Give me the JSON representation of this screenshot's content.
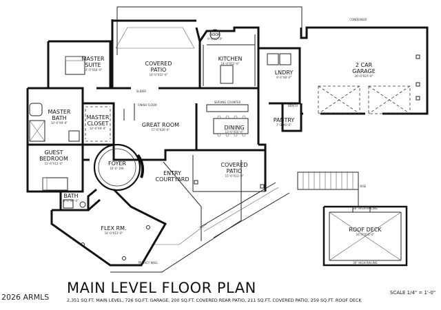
{
  "plan": {
    "title": "MAIN LEVEL FLOOR PLAN",
    "scale": "SCALE 1/4\" = 1'-0\"",
    "sqft_summary": "2,351 SQ.FT. MAIN LEVEL, 726 SQ.FT. GARAGE, 200 SQ.FT. COVERED REAR PATIO, 211 SQ.FT. COVERED PATIO, 259 SQ.FT. ROOF DECK",
    "watermark": "2026 ARMLS"
  },
  "rooms": {
    "covered_patio_rear": {
      "name": "COVERED",
      "name2": "PATIO",
      "dims": "14'-6\"X12'-0\""
    },
    "kitchen": {
      "name": "KITCHEN",
      "dims": "14'-4\"X12'-0\""
    },
    "nook": {
      "name": "NOOK",
      "dims": "9'-0\"X7'-0\""
    },
    "laundry": {
      "name": "LNDRY",
      "dims": "9'-4\"X8'-0\""
    },
    "garage": {
      "name": "2 CAR",
      "name2": "GARAGE",
      "dims": "26'-0\"X27'-0\""
    },
    "master_suite": {
      "name": "MASTER",
      "name2": "SUITE",
      "dims": "14'-0\"X16'-0\""
    },
    "master_bath": {
      "name": "MASTER",
      "name2": "BATH",
      "dims": "10'-0\"X9'-0\""
    },
    "master_closet": {
      "name": "MASTER",
      "name2": "CLOSET",
      "dims": "10'-0\"X9'-0\""
    },
    "great_room": {
      "name": "GREAT ROOM",
      "dims": "17'-6\"X20'-6\""
    },
    "dining": {
      "name": "DINING",
      "dims": "13'-6\"X10'-0\""
    },
    "pantry": {
      "name": "PANTRY",
      "dims": "7'-0\"X6'-0\""
    },
    "guest_bedroom": {
      "name": "GUEST",
      "name2": "BEDROOM",
      "dims": "11'-6\"X12'-0\""
    },
    "foyer": {
      "name": "FOYER",
      "dims": "10'-0\" DIA."
    },
    "entry_courtyard": {
      "name": "ENTRY",
      "name2": "COURTYARD"
    },
    "covered_patio_front": {
      "name": "COVERED",
      "name2": "PATIO",
      "dims": "15'-6\"X13'-0\""
    },
    "bath": {
      "name": "BATH",
      "dims": "8'-0\"X6'-0\""
    },
    "flex_rm": {
      "name": "FLEX RM.",
      "dims": "14'-0\"X13'-0\""
    },
    "roof_deck": {
      "name": "ROOF DECK",
      "dims": "16'-0\"X16'-0\""
    }
  },
  "notes": {
    "finish_floor": "FINISH FLOOR",
    "serving_counter": "SERVING COUNTER",
    "bench": "BENCH",
    "high_railing_top": "36\" HIGH RAILING",
    "high_railing_bottom": "36\" HIGH RAILING",
    "privacy_wall": "PRIVACY WALL",
    "slider": "SLIDER",
    "condenser": "CONDENSER",
    "stair_label": "7 RISE"
  }
}
